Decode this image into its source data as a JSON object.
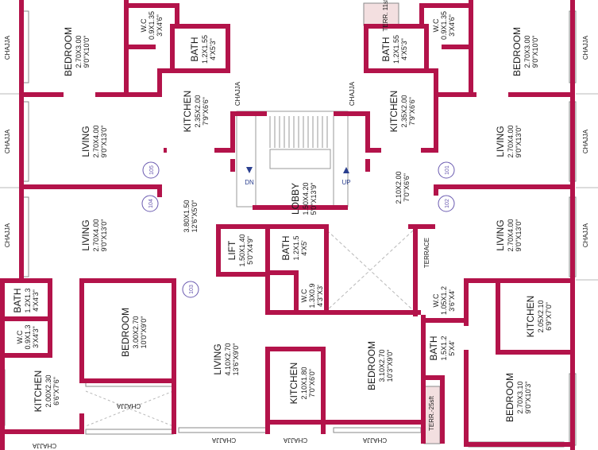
{
  "colors": {
    "wall": "#b3134a",
    "window": "#8a8a8a",
    "glass": "#ffffff",
    "line": "#b8b8b8",
    "flat": "#6a5ab0",
    "arrow": "#2a3f8f",
    "terrace": "#f3dfe0"
  },
  "rooms": {
    "bedroom_tl": {
      "name": "BEDROOM",
      "d1": "2.70X3.00",
      "d2": "9'0\"X10'0\""
    },
    "wc_tl": {
      "name": "W.C",
      "d1": "0.9X1.35",
      "d2": "3'X4'6\""
    },
    "bath_tl": {
      "name": "BATH",
      "d1": "1.2X1.55",
      "d2": "4'X5'3\""
    },
    "kitchen_tl": {
      "name": "KITCHEN",
      "d1": "2.35X2.00",
      "d2": "7'9\"X6'6\""
    },
    "living_105": {
      "name": "LIVING",
      "d1": "2.70X4.00",
      "d2": "9'0\"X13'0\""
    },
    "living_104": {
      "name": "LIVING",
      "d1": "2.70X4.00",
      "d2": "9'0\"X13'0\""
    },
    "passage_l": {
      "d1": "3.80X1.50",
      "d2": "12'6\"X5'0\""
    },
    "lift": {
      "name": "LIFT",
      "d1": "1.50X1.40",
      "d2": "5'0\"X4'9\""
    },
    "lobby": {
      "name": "LOBBY",
      "d1": "1.50X4.20",
      "d2": "5'0\"X13'9\""
    },
    "passage_r": {
      "d1": "2.10X2.00",
      "d2": "7'0\"X6'6\""
    },
    "bath_mid": {
      "name": "BATH",
      "d1": "1.2X1.5",
      "d2": "4'X5'"
    },
    "wc_mid": {
      "name": "W.C",
      "d1": "1.3X0.9",
      "d2": "4'3\"X3'"
    },
    "bath_bl": {
      "name": "BATH",
      "d1": "1.2X1.3",
      "d2": "4'X4'3\""
    },
    "wc_bl": {
      "name": "W.C",
      "d1": "0.9X1.3",
      "d2": "3'X4'3\""
    },
    "kitchen_bl": {
      "name": "KITCHEN",
      "d1": "2.00X2.30",
      "d2": "6'6\"X7'6\""
    },
    "bedroom_bl": {
      "name": "BEDROOM",
      "d1": "3.00X2.70",
      "d2": "10'0\"X9'0\""
    },
    "living_103": {
      "name": "LIVING",
      "d1": "4.10X2.70",
      "d2": "13'6\"X9'0\""
    },
    "kitchen_bm": {
      "name": "KITCHEN",
      "d1": "2.10X1.80",
      "d2": "7'0\"X6'0\""
    },
    "bedroom_bm": {
      "name": "BEDROOM",
      "d1": "3.10X2.70",
      "d2": "10'3\"X9'0\""
    },
    "wc_br": {
      "name": "W.C",
      "d1": "1.05X1.2",
      "d2": "3'6\"X4'"
    },
    "bath_br": {
      "name": "BATH",
      "d1": "1.5X1.2",
      "d2": "5'X4'"
    },
    "kitchen_br": {
      "name": "KITCHEN",
      "d1": "2.05X2.10",
      "d2": "6'9\"X7'0\""
    },
    "bedroom_br": {
      "name": "BEDROOM",
      "d1": "2.70X3.10",
      "d2": "9'0\"X10'3\""
    },
    "living_102": {
      "name": "LIVING",
      "d1": "2.70X4.00",
      "d2": "9'0\"X13'0\""
    },
    "living_101": {
      "name": "LIVING",
      "d1": "2.70X4.00",
      "d2": "9'0\"X13'0\""
    },
    "kitchen_tr": {
      "name": "KITCHEN",
      "d1": "2.35X2.00",
      "d2": "7'9\"X6'6\""
    },
    "bath_tr": {
      "name": "BATH",
      "d1": "1.2X1.55",
      "d2": "4'X5'3\""
    },
    "wc_tr": {
      "name": "W.C",
      "d1": "0.9X1.35",
      "d2": "3'X4'6\""
    },
    "bedroom_tr": {
      "name": "BEDROOM",
      "d1": "2.70X3.00",
      "d2": "9'0\"X10'0\""
    }
  },
  "terraces": {
    "top": "TERR. 11sft",
    "bottom": "TERR.-25sft",
    "mid": "TERRACE"
  },
  "chajja": "CHAJJA",
  "stairs": {
    "down": "DN",
    "up": "UP"
  },
  "flats": {
    "f101": "101",
    "f102": "102",
    "f103": "103",
    "f104": "104",
    "f105": "105"
  }
}
